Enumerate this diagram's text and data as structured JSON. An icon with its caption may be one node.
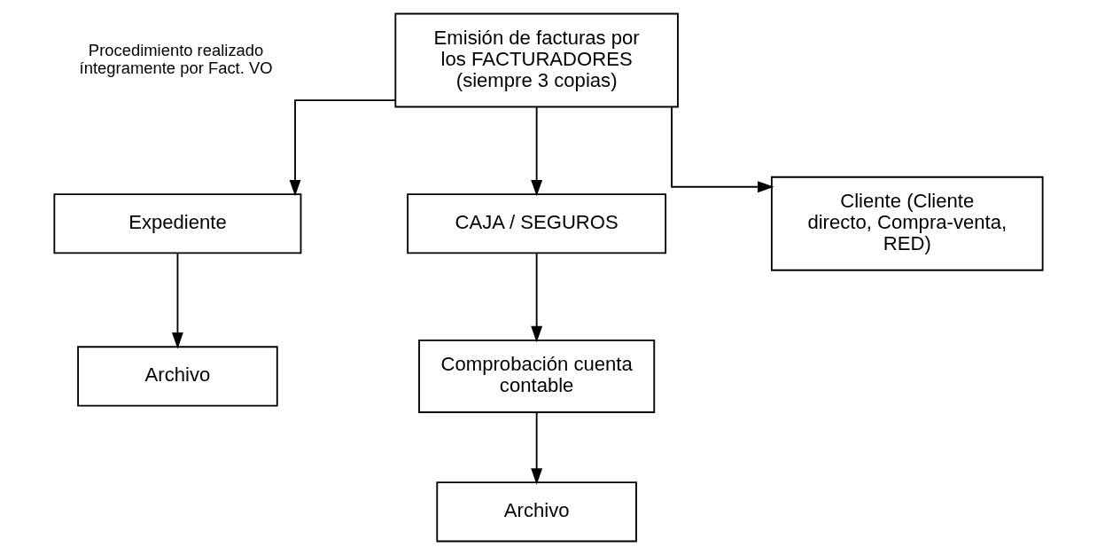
{
  "diagram": {
    "nodes": [
      {
        "text": [
          "Emisión de facturas por los FACTURADORES (siempre 3 copias)"
        ]
      },
      {
        "text": [
          "Expediente"
        ]
      },
      {
        "text": [
          "CAJA / SEGUROS"
        ]
      },
      {
        "text": [
          "Cliente (Cliente directo, Compra-venta, RED)"
        ]
      },
      {
        "text": [
          "Archivo"
        ]
      },
      {
        "text": [
          "Comprobación cuenta contable"
        ]
      },
      {
        "text": [
          "Archivo"
        ]
      }
    ],
    "edges": [
      {
        "from": 0,
        "to": 1,
        "arrow": "to"
      },
      {
        "from": 0,
        "to": 2,
        "arrow": "to"
      },
      {
        "from": 0,
        "to": 3,
        "arrow": "to"
      },
      {
        "from": 1,
        "to": 4,
        "arrow": "to"
      },
      {
        "from": 2,
        "to": 5,
        "arrow": "to"
      },
      {
        "from": 5,
        "to": 6,
        "arrow": "to"
      }
    ],
    "labels": [
      "Procedimiento realizado íntegramente por Fact. VO"
    ]
  }
}
